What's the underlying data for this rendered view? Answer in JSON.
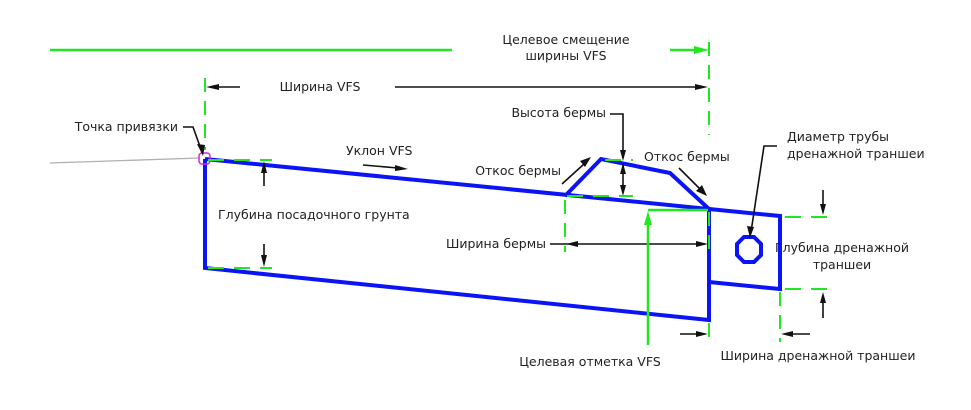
{
  "labels": {
    "target_offset": [
      "Целевое смещение",
      "ширины VFS"
    ],
    "vfs_width": "Ширина VFS",
    "anchor_point": "Точка привязки",
    "vfs_slope": "Уклон VFS",
    "berm_height": "Высота бермы",
    "berm_slope_left": "Откос бермы",
    "berm_slope_right": "Откос бермы",
    "drain_pipe_diameter": [
      "Диаметр трубы",
      "дренажной траншеи"
    ],
    "topsoil_depth": "Глубина посадочного грунта",
    "berm_width": "Ширина бермы",
    "drain_depth": [
      "Глубина дренажной",
      "траншеи"
    ],
    "target_elevation": "Целевая отметка VFS",
    "drain_width": "Ширина дренажной траншеи"
  },
  "colors": {
    "structure": "#0a14f5",
    "guides": "#22e622",
    "annotation": "#111111",
    "anchor_marker": "#e020e0",
    "existing_ground": "#b0b0b0"
  }
}
